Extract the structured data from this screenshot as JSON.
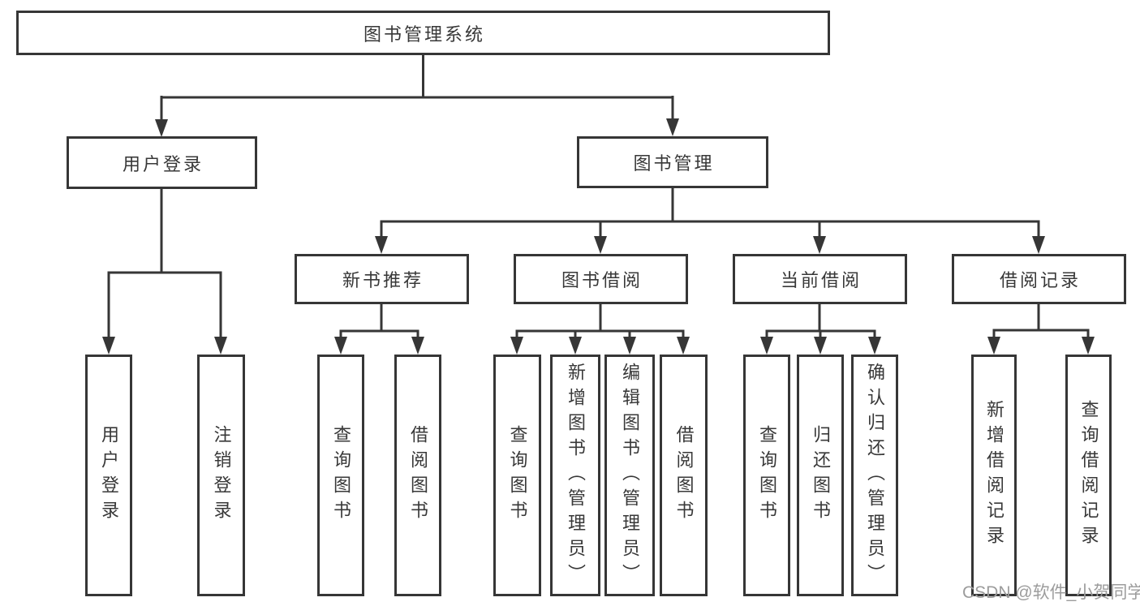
{
  "tree": {
    "root": {
      "label": "图书管理系统"
    },
    "children": [
      {
        "label": "用户登录",
        "children": [
          {
            "label": "用户登录"
          },
          {
            "label": "注销登录"
          }
        ]
      },
      {
        "label": "图书管理",
        "children": [
          {
            "label": "新书推荐",
            "children": [
              {
                "label": "查询图书"
              },
              {
                "label": "借阅图书"
              }
            ]
          },
          {
            "label": "图书借阅",
            "children": [
              {
                "label": "查询图书"
              },
              {
                "label": "新增图书（管理员）"
              },
              {
                "label": "编辑图书（管理员）"
              },
              {
                "label": "借阅图书"
              }
            ]
          },
          {
            "label": "当前借阅",
            "children": [
              {
                "label": "查询图书"
              },
              {
                "label": "归还图书"
              },
              {
                "label": "确认归还（管理员）"
              }
            ]
          },
          {
            "label": "借阅记录",
            "children": [
              {
                "label": "新增借阅记录"
              },
              {
                "label": "查询借阅记录"
              }
            ]
          }
        ]
      }
    ]
  },
  "watermark": {
    "text": "CSDN @软件_小贺同学"
  },
  "colors": {
    "line": "#363636",
    "box_border": "#363636",
    "text": "#383838",
    "watermark": "#9c9c9c",
    "background": "#ffffff"
  }
}
